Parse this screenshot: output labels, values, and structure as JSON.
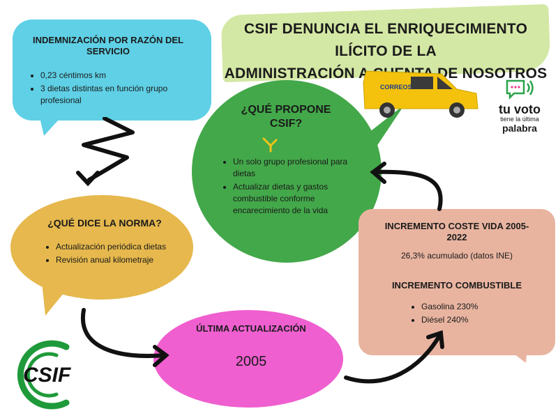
{
  "title": {
    "line1": "CSIF DENUNCIA EL ENRIQUECIMIENTO ILÍCITO DE LA",
    "line2": "ADMINISTRACIÓN A CUENTA DE NOSOTROS"
  },
  "indemnizacion": {
    "heading": "INDEMNIZACIÓN POR RAZÓN DEL SERVICIO",
    "items": [
      "0,23 céntimos km",
      "3 dietas distintas en función grupo profesional"
    ]
  },
  "propone": {
    "heading": "¿QUÉ PROPONE CSIF?",
    "items": [
      "Un solo grupo profesional para dietas",
      "Actualizar dietas y gastos combustible conforme encarecimiento de la vida"
    ]
  },
  "norma": {
    "heading": "¿QUÉ DICE LA NORMA?",
    "items": [
      "Actualización periódica dietas",
      "Revisión anual kilometraje"
    ]
  },
  "coste_vida": {
    "heading": "INCREMENTO COSTE VIDA 2005-2022",
    "text": "26,3% acumulado (datos INE)",
    "heading2": "INCREMENTO COMBUSTIBLE",
    "items": [
      "Gasolina 230%",
      "Diésel 240%"
    ]
  },
  "ultima": {
    "heading": "ÚLTIMA ACTUALIZACIÓN",
    "year": "2005"
  },
  "van": {
    "brand": "CORREOS"
  },
  "tuvoto": {
    "line1": "tu voto",
    "line2": "tiene la última",
    "line3": "palabra"
  },
  "logo": {
    "text": "CSIF"
  },
  "colors": {
    "cyan": "#5fd0e6",
    "yellow": "#e6b84d",
    "green": "#43a84a",
    "pink": "#ef5fd0",
    "peach": "#e8b4a0",
    "title_band": "#cfe59b",
    "csif_green": "#1f9a3a"
  }
}
